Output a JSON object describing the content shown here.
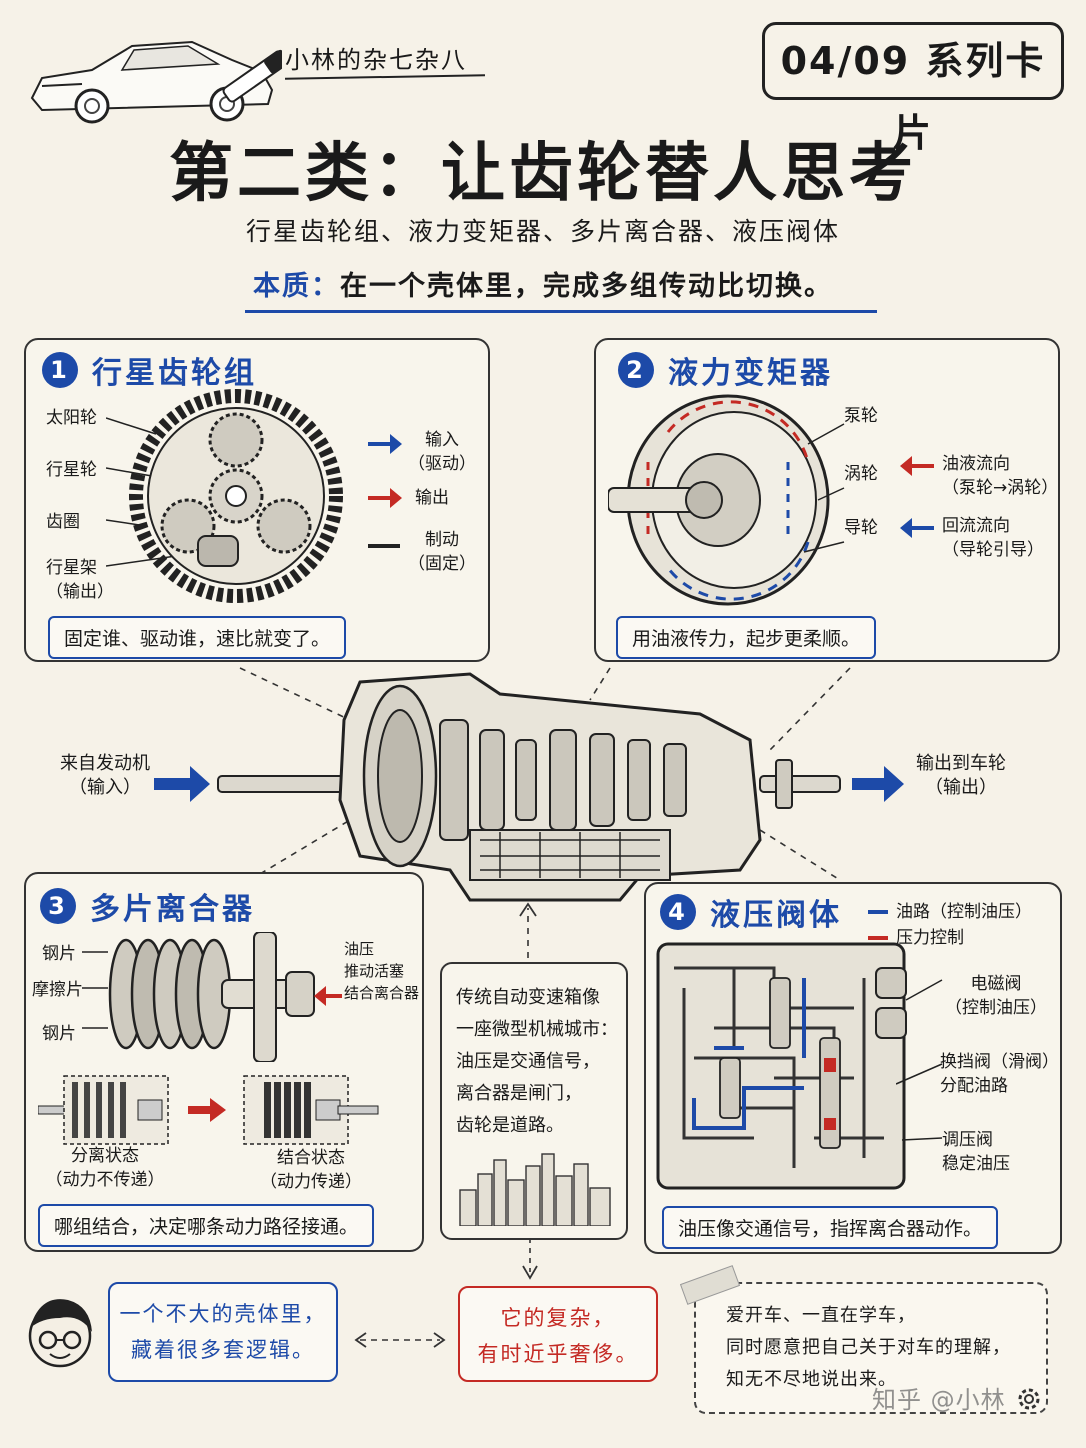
{
  "header": {
    "brand": "小林的杂七杂八",
    "series": "04/09 系列卡片",
    "title": "第二类：让齿轮替人思考",
    "subtitle": "行星齿轮组、液力变矩器、多片离合器、液压阀体",
    "essence_label": "本质：",
    "essence_text": "在一个壳体里，完成多组传动比切换。"
  },
  "panel1": {
    "num": "1",
    "title": "行星齿轮组",
    "labels": [
      "太阳轮",
      "行星轮",
      "齿圈",
      "行星架",
      "（输出）"
    ],
    "legend": [
      {
        "text": "输入",
        "sub": "（驱动）",
        "color": "#1d4aa8"
      },
      {
        "text": "输出",
        "sub": "",
        "color": "#c42a24"
      },
      {
        "text": "制动",
        "sub": "（固定）",
        "color": "#222222"
      }
    ],
    "caption": "固定谁、驱动谁，速比就变了。"
  },
  "panel2": {
    "num": "2",
    "title": "液力变矩器",
    "labels": [
      "泵轮",
      "涡轮",
      "导轮"
    ],
    "legend": [
      {
        "text": "油液流向",
        "sub": "（泵轮→涡轮）",
        "color": "#c42a24"
      },
      {
        "text": "回流流向",
        "sub": "（导轮引导）",
        "color": "#1d4aa8"
      }
    ],
    "caption": "用油液传力，起步更柔顺。"
  },
  "center": {
    "input_label": "来自发动机",
    "input_sub": "（输入）",
    "output_label": "输出到车轮",
    "output_sub": "（输出）"
  },
  "panel3": {
    "num": "3",
    "title": "多片离合器",
    "labels": [
      "钢片",
      "摩擦片",
      "钢片"
    ],
    "note": [
      "油压",
      "推动活塞",
      "结合离合器"
    ],
    "state_off": "分离状态",
    "state_off_sub": "（动力不传递）",
    "state_on": "结合状态",
    "state_on_sub": "（动力传递）",
    "caption": "哪组结合，决定哪条动力路径接通。"
  },
  "city": {
    "lines": [
      "传统自动变速箱像",
      "一座微型机械城市：",
      "油压是交通信号，",
      "离合器是闸门，",
      "齿轮是道路。"
    ]
  },
  "panel4": {
    "num": "4",
    "title": "液压阀体",
    "legend": [
      {
        "text": "油路（控制油压）",
        "color": "#1d4aa8"
      },
      {
        "text": "压力控制",
        "color": "#c42a24"
      }
    ],
    "labels": [
      {
        "text": "电磁阀",
        "sub": "（控制油压）"
      },
      {
        "text": "换挡阀（滑阀）",
        "sub": "分配油路"
      },
      {
        "text": "调压阀",
        "sub": "稳定油压"
      }
    ],
    "caption": "油压像交通信号，指挥离合器动作。"
  },
  "bottom": {
    "left": [
      "一个不大的壳体里，",
      "藏着很多套逻辑。"
    ],
    "mid": [
      "它的复杂，",
      "有时近乎奢侈。"
    ],
    "right": [
      "爱开车、一直在学车，",
      "同时愿意把自己关于对车的理解，",
      "知无不尽地说出来。"
    ]
  },
  "watermark": "知乎 @小林"
}
